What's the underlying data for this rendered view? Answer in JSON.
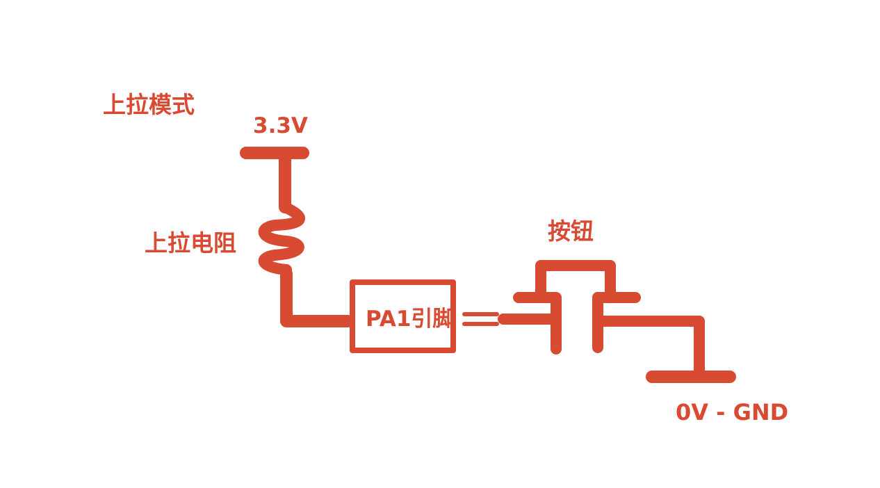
{
  "colors": {
    "accent": "#d94a33",
    "background": "#ffffff"
  },
  "labels": {
    "mode_title": "上拉模式",
    "vcc": "3.3V",
    "pullup_resistor": "上拉电阻",
    "pin": "PA1引脚",
    "button": "按钮",
    "ground": "0V - GND"
  }
}
